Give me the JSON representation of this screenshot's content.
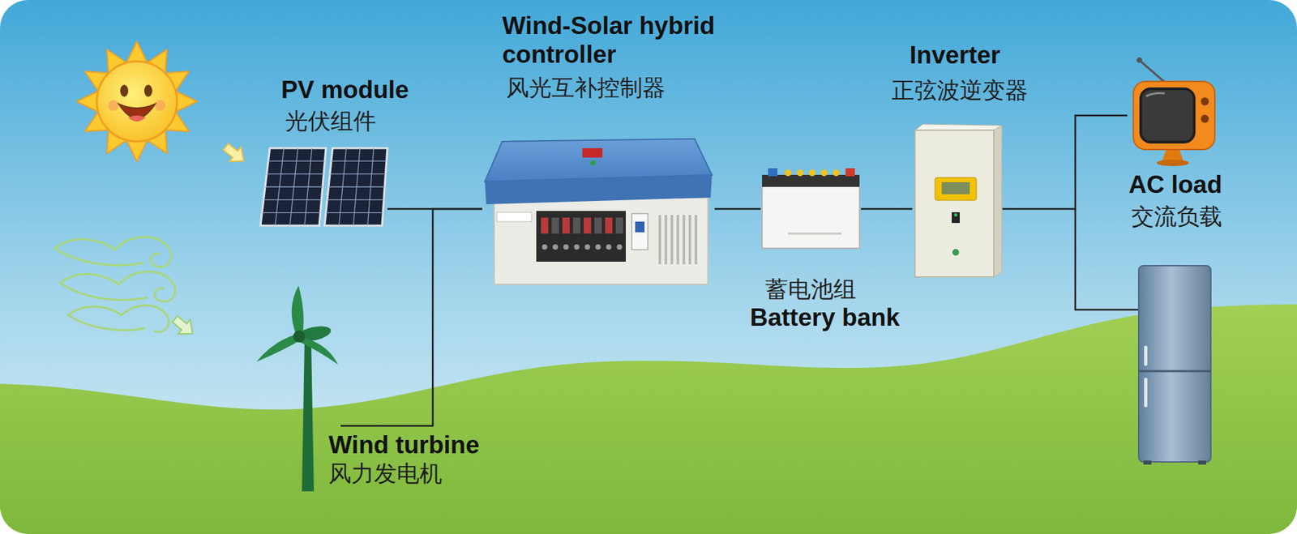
{
  "diagram": {
    "nodes": [
      {
        "text": [
          "PV module",
          "光伏组件"
        ]
      },
      {
        "text": [
          "Wind turbine",
          "风力发电机"
        ]
      },
      {
        "text": [
          "Wind-Solar hybrid controller",
          "风光互补控制器"
        ]
      },
      {
        "text": [
          "蓄电池组",
          "Battery bank"
        ]
      },
      {
        "text": [
          "Inverter",
          "正弦波逆变器"
        ]
      },
      {
        "text": [
          "AC load",
          "交流负载"
        ]
      }
    ],
    "edges": [
      {
        "from": 0,
        "to": 2,
        "arrow": "none"
      },
      {
        "from": 1,
        "to": 2,
        "arrow": "none"
      },
      {
        "from": 2,
        "to": 3,
        "arrow": "none"
      },
      {
        "from": 3,
        "to": 4,
        "arrow": "none"
      },
      {
        "from": 4,
        "to": 5,
        "arrow": "none"
      }
    ]
  }
}
